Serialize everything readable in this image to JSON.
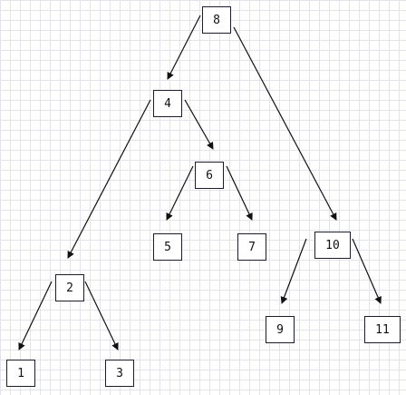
{
  "tree": {
    "nodes": [
      {
        "id": "n8",
        "label": "8"
      },
      {
        "id": "n4",
        "label": "4"
      },
      {
        "id": "n6",
        "label": "6"
      },
      {
        "id": "n10",
        "label": "10"
      },
      {
        "id": "n2",
        "label": "2"
      },
      {
        "id": "n5",
        "label": "5"
      },
      {
        "id": "n7",
        "label": "7"
      },
      {
        "id": "n9",
        "label": "9"
      },
      {
        "id": "n11",
        "label": "11"
      },
      {
        "id": "n1",
        "label": "1"
      },
      {
        "id": "n3",
        "label": "3"
      }
    ],
    "edges": [
      {
        "from": "8",
        "to": "4"
      },
      {
        "from": "8",
        "to": "10"
      },
      {
        "from": "4",
        "to": "2"
      },
      {
        "from": "4",
        "to": "6"
      },
      {
        "from": "6",
        "to": "5"
      },
      {
        "from": "6",
        "to": "7"
      },
      {
        "from": "10",
        "to": "9"
      },
      {
        "from": "10",
        "to": "11"
      },
      {
        "from": "2",
        "to": "1"
      },
      {
        "from": "2",
        "to": "3"
      }
    ]
  }
}
